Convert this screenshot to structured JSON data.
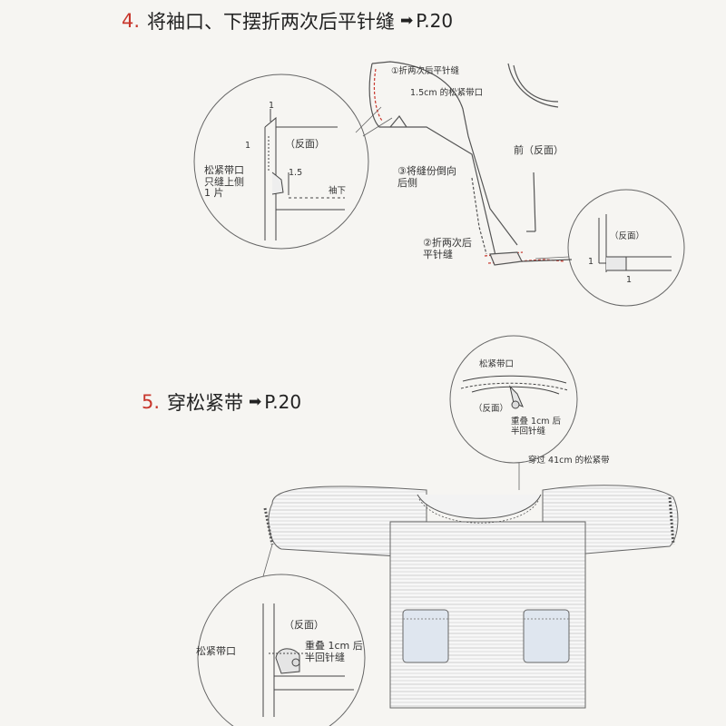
{
  "step4": {
    "number": "4.",
    "title": "将袖口、下摆折两次后平针缝",
    "ref": "P.20",
    "labels": {
      "fold_sew_1": "①折两次后平针缝",
      "elastic_opening_15": "1.5cm 的松紧带口",
      "fold_allowance_back": "③将缝份倒向\n后侧",
      "fold_sew_2": "②折两次后\n平针缝",
      "front_wrong": "前（反面）",
      "wrong_side_left": "（反面）",
      "elastic_one_side": "松紧带口\n只缝上侧\n1 片",
      "dim_1_top": "1",
      "dim_1_left": "1",
      "dim_15": "1.5",
      "sleeve_under": "袖下",
      "wrong_side_right": "（反面）",
      "dim_1_right_left": "1",
      "dim_1_right_bottom": "1"
    }
  },
  "step5": {
    "number": "5.",
    "title": "穿松紧带",
    "ref": "P.20",
    "labels": {
      "elastic_opening_top": "松紧带口",
      "wrong_side_top": "（反面）",
      "overlap_top": "重叠 1cm 后\n半回针缝",
      "thread_41": "穿过 41cm 的松紧带",
      "wrong_side_bottom": "（反面）",
      "elastic_opening_bottom": "松紧带口",
      "overlap_bottom": "重叠 1cm 后\n半回针缝"
    }
  },
  "colors": {
    "accent": "#c8372d",
    "line": "#555555",
    "pocket": "#dfe6ef"
  }
}
